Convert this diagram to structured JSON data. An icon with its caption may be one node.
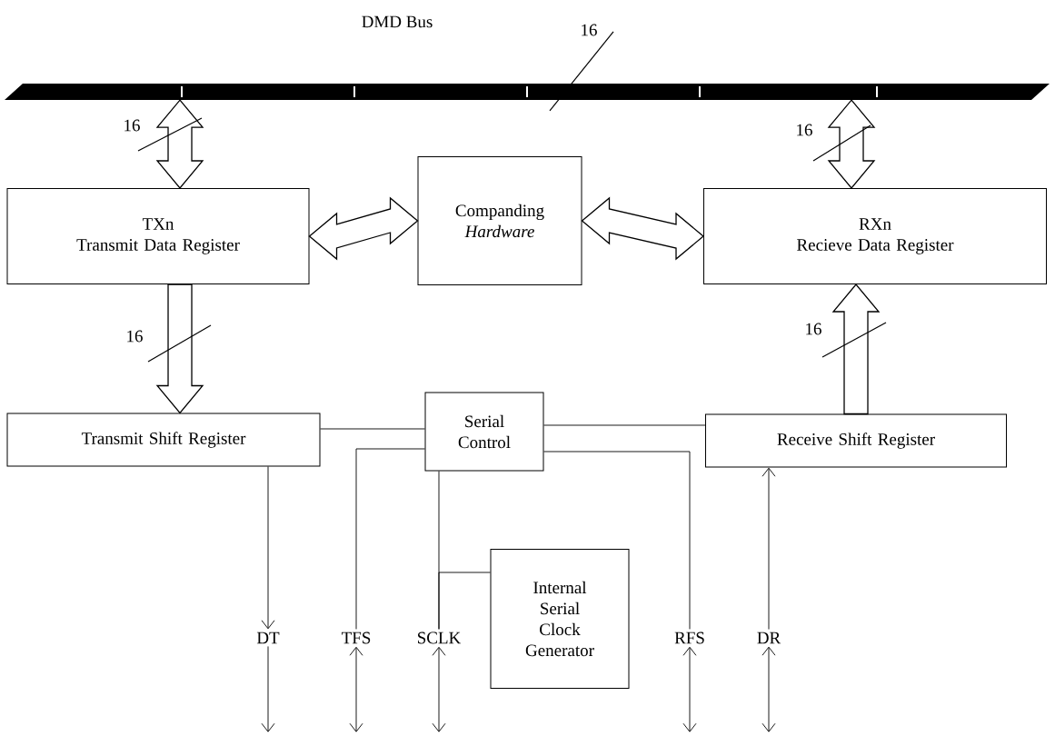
{
  "diagram": {
    "nodes": [
      {
        "text": [
          "DMD Bus"
        ]
      },
      {
        "text": [
          "TXn",
          "Transmit Data Register"
        ]
      },
      {
        "text": [
          "Companding *Hardware*"
        ]
      },
      {
        "text": [
          "RXn",
          "Recieve Data Register"
        ]
      },
      {
        "text": [
          "Transmit Shift Register"
        ]
      },
      {
        "text": [
          "Serial Control"
        ]
      },
      {
        "text": [
          "Receive Shift Register"
        ]
      },
      {
        "text": [
          "Internal Serial Clock Generator"
        ]
      },
      {
        "text": [
          "DT"
        ]
      },
      {
        "text": [
          "TFS"
        ]
      },
      {
        "text": [
          "SCLK"
        ]
      },
      {
        "text": [
          "RFS"
        ]
      },
      {
        "text": [
          "DR"
        ]
      }
    ],
    "edges": [
      {
        "from": 0,
        "to": 1,
        "arrow": "both",
        "style": "thick",
        "label": "16"
      },
      {
        "from": 0,
        "to": 3,
        "arrow": "both",
        "style": "thick",
        "label": "16"
      },
      {
        "from": 1,
        "to": 2,
        "arrow": "both",
        "style": "thick"
      },
      {
        "from": 2,
        "to": 3,
        "arrow": "both",
        "style": "thick"
      },
      {
        "from": 1,
        "to": 4,
        "arrow": "to",
        "style": "thick",
        "label": "16"
      },
      {
        "from": 6,
        "to": 3,
        "arrow": "to",
        "style": "thick",
        "label": "16"
      },
      {
        "from": 4,
        "to": 5,
        "arrow": "none"
      },
      {
        "from": 5,
        "to": 6,
        "arrow": "none"
      },
      {
        "from": 4,
        "to": 8,
        "arrow": "to"
      },
      {
        "from": 5,
        "to": 9,
        "arrow": "none"
      },
      {
        "from": 5,
        "to": 10,
        "arrow": "none"
      },
      {
        "from": 7,
        "to": 10,
        "arrow": "none"
      },
      {
        "from": 5,
        "to": 11,
        "arrow": "none"
      },
      {
        "from": 12,
        "to": 6,
        "arrow": "to"
      },
      {
        "from": 8,
        "to": null,
        "arrow": "to"
      },
      {
        "from": 9,
        "to": null,
        "arrow": "both"
      },
      {
        "from": 10,
        "to": null,
        "arrow": "both"
      },
      {
        "from": 11,
        "to": null,
        "arrow": "both"
      },
      {
        "from": 12,
        "to": null,
        "arrow": "both"
      }
    ],
    "labels": [
      "16"
    ]
  }
}
